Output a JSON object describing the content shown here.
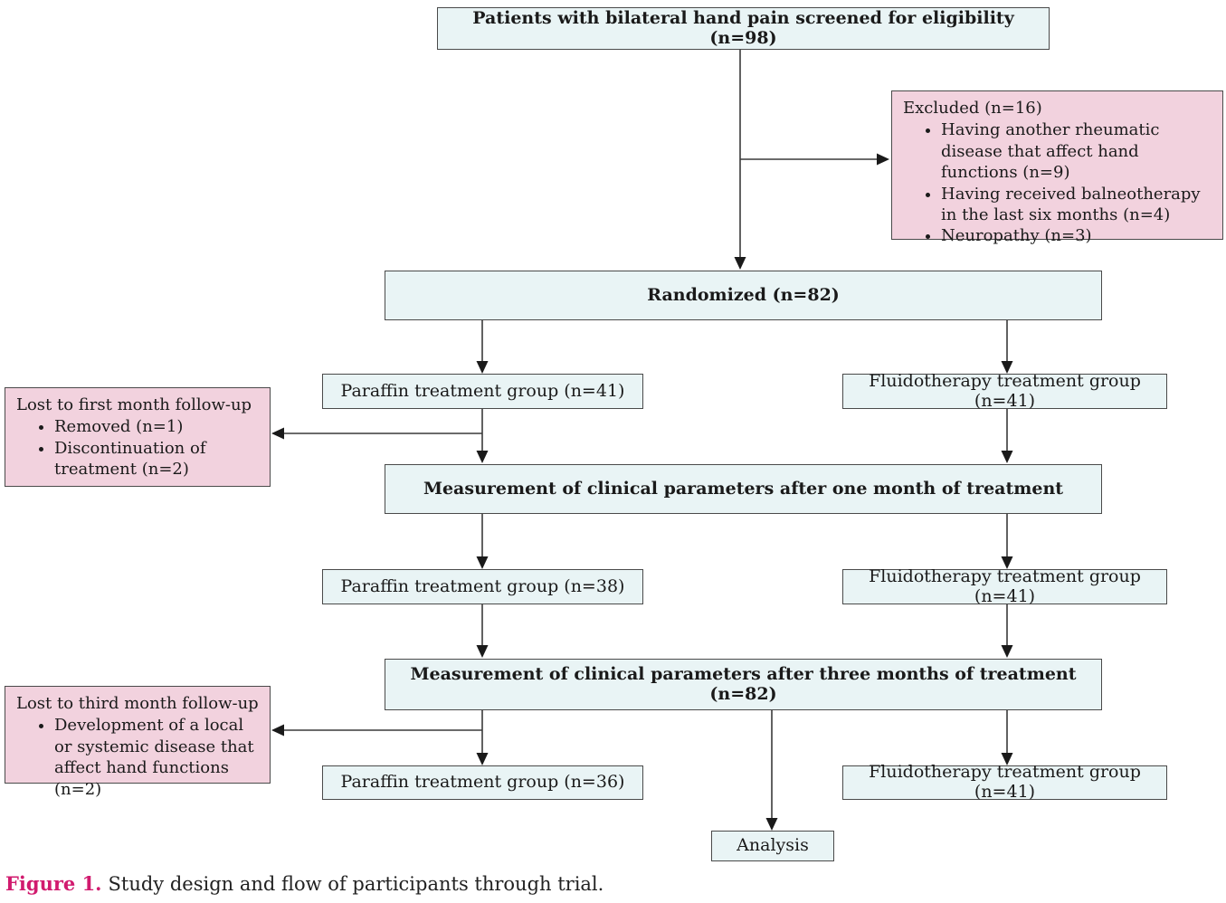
{
  "nodes": {
    "screened": "Patients with bilateral hand pain screened for eligibility (n=98)",
    "excluded": {
      "title": "Excluded (n=16)",
      "items": [
        "Having another rheumatic disease that affect hand functions (n=9)",
        "Having received balneotherapy in the last six months (n=4)",
        "Neuropathy (n=3)"
      ]
    },
    "randomized": "Randomized (n=82)",
    "paraffin_1": "Paraffin treatment group (n=41)",
    "fluido_1": "Fluidotherapy treatment group (n=41)",
    "lost_first": {
      "title": "Lost to first month follow-up",
      "items": [
        "Removed (n=1)",
        "Discontinuation of treatment (n=2)"
      ]
    },
    "measure_1": "Measurement of clinical parameters after one month of treatment",
    "paraffin_2": "Paraffin treatment group (n=38)",
    "fluido_2": "Fluidotherapy treatment group (n=41)",
    "measure_3": "Measurement of clinical parameters after three months of treatment (n=82)",
    "lost_third": {
      "title": "Lost to third month follow-up",
      "items": [
        "Development of a local or systemic disease that affect hand functions (n=2)"
      ]
    },
    "paraffin_3": "Paraffin treatment group (n=36)",
    "fluido_3": "Fluidotherapy treatment group (n=41)",
    "analysis": "Analysis"
  },
  "caption": {
    "label": "Figure 1.",
    "text": "Study design and flow of participants through trial."
  },
  "colors": {
    "node_fill": "#e9f4f5",
    "side_note_fill": "#f2d2de",
    "border": "#4a4a4a",
    "arrow": "#3a3a3a",
    "caption_accent": "#d11a6e"
  }
}
